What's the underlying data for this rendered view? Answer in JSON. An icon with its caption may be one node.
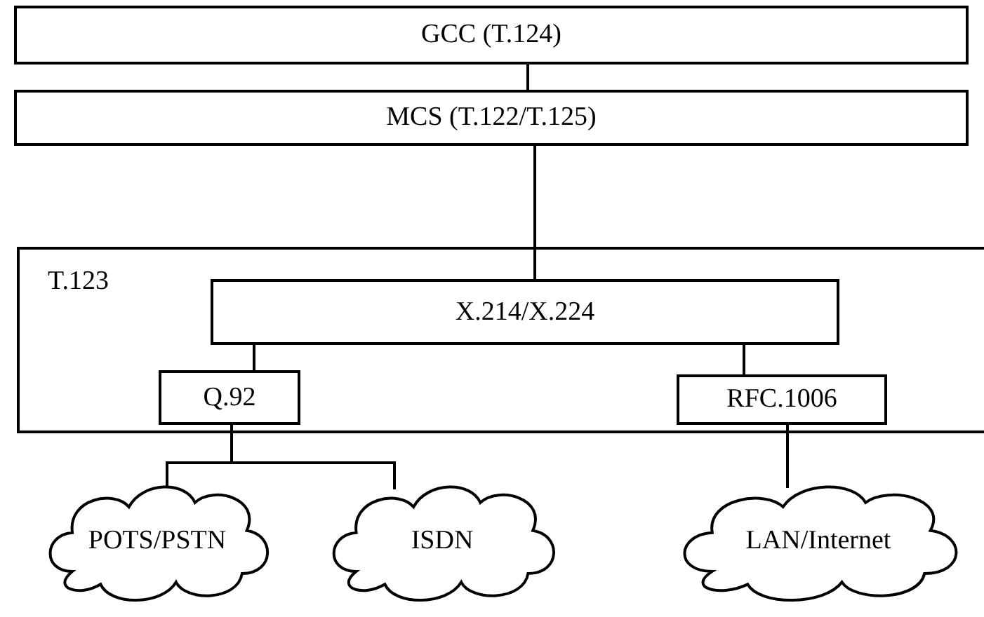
{
  "diagram": {
    "nodes": [
      {
        "text": [
          "GCC (T.124)"
        ]
      },
      {
        "text": [
          "MCS (T.122/T.125)"
        ]
      },
      {
        "text": [
          "T.123"
        ]
      },
      {
        "text": [
          "X.214/X.224"
        ],
        "in": 2
      },
      {
        "text": [
          "Q.92"
        ],
        "in": 2
      },
      {
        "text": [
          "RFC.1006"
        ],
        "in": 2
      },
      {
        "text": [
          "POTS/PSTN"
        ]
      },
      {
        "text": [
          "ISDN"
        ]
      },
      {
        "text": [
          "LAN/Internet"
        ]
      }
    ],
    "edges": [
      {
        "from": 0,
        "to": 1,
        "arrow": "none"
      },
      {
        "from": 1,
        "to": 3,
        "arrow": "none"
      },
      {
        "from": 3,
        "to": 4,
        "arrow": "none"
      },
      {
        "from": 3,
        "to": 5,
        "arrow": "none"
      },
      {
        "from": 4,
        "to": 6,
        "arrow": "none"
      },
      {
        "from": 4,
        "to": 7,
        "arrow": "none"
      },
      {
        "from": 5,
        "to": 8,
        "arrow": "none"
      }
    ]
  }
}
